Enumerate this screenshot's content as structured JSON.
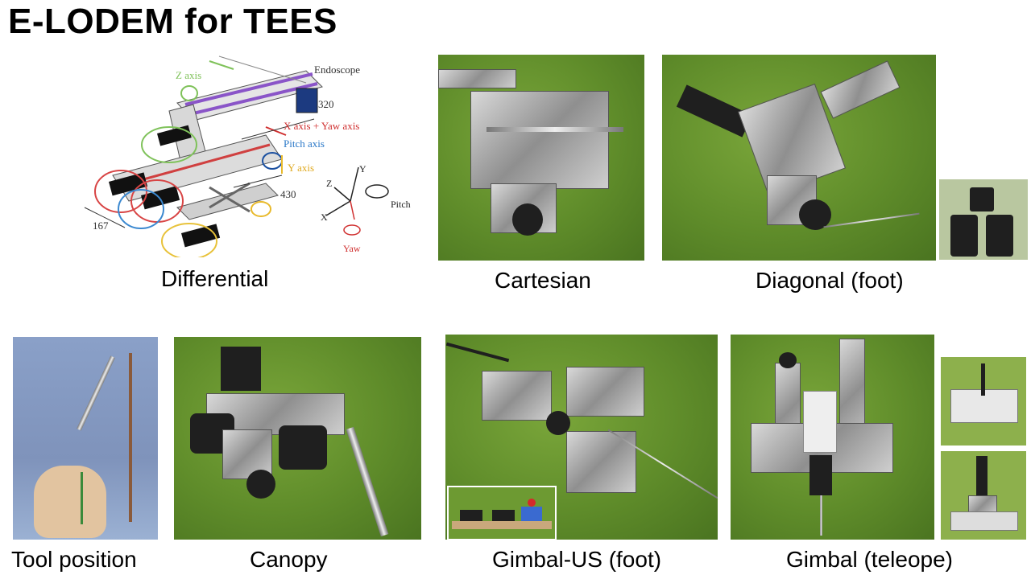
{
  "title": "E-LODEM for TEES",
  "diagram": {
    "z_axis": "Z axis",
    "endoscope": "Endoscope",
    "dim_320": "320",
    "xyaw": "X axis + Yaw axis",
    "pitch_axis": "Pitch axis",
    "y_axis": "Y axis",
    "dim_430": "430",
    "dim_167": "167",
    "coord_y": "Y",
    "coord_z": "Z",
    "coord_x": "X",
    "pitch": "Pitch",
    "yaw": "Yaw"
  },
  "captions": {
    "differential": "Differential",
    "cartesian": "Cartesian",
    "diagonal": "Diagonal (foot)",
    "tool_position": "Tool position",
    "canopy": "Canopy",
    "gimbal_us": "Gimbal-US (foot)",
    "gimbal_teleope": "Gimbal (teleope)"
  }
}
